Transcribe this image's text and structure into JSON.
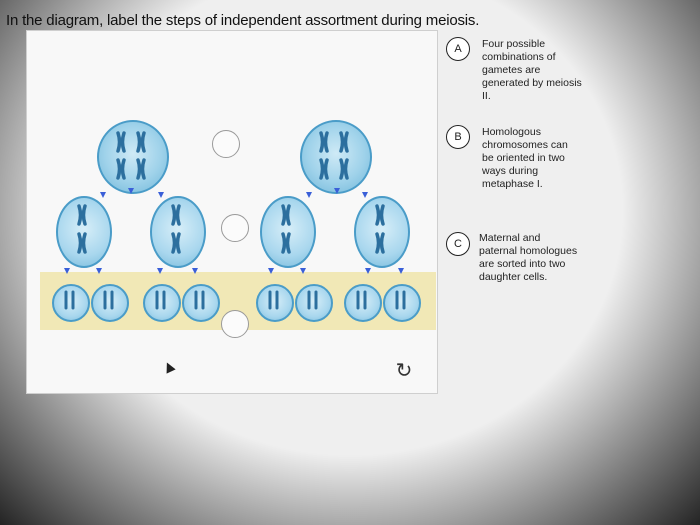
{
  "title": "In the diagram, label the steps of independent assortment during meiosis.",
  "options": [
    {
      "letter": "A",
      "text": "Four possible combinations of gametes are generated by meiosis II."
    },
    {
      "letter": "B",
      "text": "Homologous chromosomes can be oriented in two ways during metaphase I."
    },
    {
      "letter": "C",
      "text": "Maternal and paternal homologues are sorted into two daughter cells."
    }
  ],
  "icons": {
    "cursor": "arrow-cursor-icon",
    "reset": "reset-icon"
  },
  "colors": {
    "cell_fill": "#9fd2ea",
    "cell_border": "#4a9cc8",
    "arrow": "#3a5fd8",
    "band": "#f1e8b6"
  }
}
